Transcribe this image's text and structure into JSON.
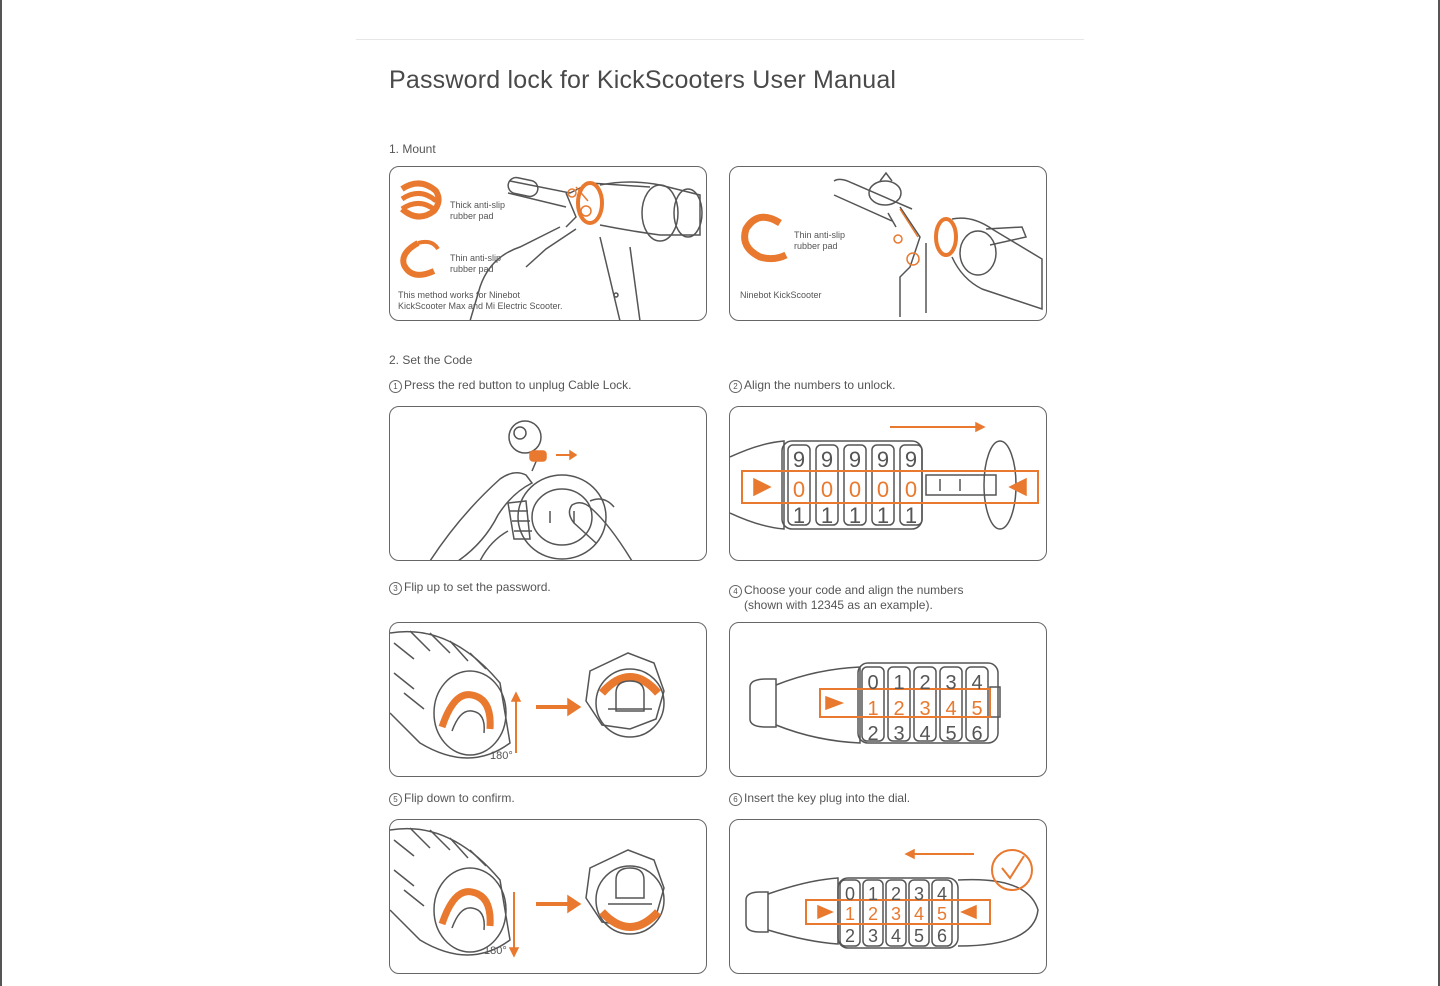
{
  "title": "Password lock for KickScooters User Manual",
  "sections": {
    "mount": "1. Mount",
    "set_code": "2. Set the Code"
  },
  "mount": {
    "left": {
      "thick_pad": [
        "Thick anti-slip",
        "rubber pad"
      ],
      "thin_pad": [
        "Thin anti-slip",
        "rubber pad"
      ],
      "note": [
        "This method works for Ninebot",
        "KickScooter Max and Mi Electric Scooter."
      ]
    },
    "right": {
      "thin_pad": [
        "Thin anti-slip",
        "rubber pad"
      ],
      "note": "Ninebot KickScooter"
    }
  },
  "steps": [
    {
      "num": "1",
      "text": "Press the red button to unplug Cable Lock."
    },
    {
      "num": "2",
      "text": "Align the numbers to unlock."
    },
    {
      "num": "3",
      "text": "Flip up to set the password."
    },
    {
      "num": "4",
      "text": "Choose your code and align the numbers",
      "text2": "(shown with 12345 as an example)."
    },
    {
      "num": "5",
      "text": "Flip down to confirm."
    },
    {
      "num": "6",
      "text": "Insert the key plug into the dial."
    }
  ],
  "diagrams": {
    "unlock_dials": {
      "top": [
        "9",
        "9",
        "9",
        "9",
        "9"
      ],
      "mid": [
        "0",
        "0",
        "0",
        "0",
        "0"
      ],
      "bottom": [
        "1",
        "1",
        "1",
        "1",
        "1"
      ]
    },
    "code_dials": {
      "top": [
        "0",
        "1",
        "2",
        "3",
        "4"
      ],
      "mid": [
        "1",
        "2",
        "3",
        "4",
        "5"
      ],
      "bottom": [
        "2",
        "3",
        "4",
        "5",
        "6"
      ]
    },
    "angle": "180°"
  },
  "colors": {
    "accent": "#e8792f",
    "line": "#555555"
  }
}
